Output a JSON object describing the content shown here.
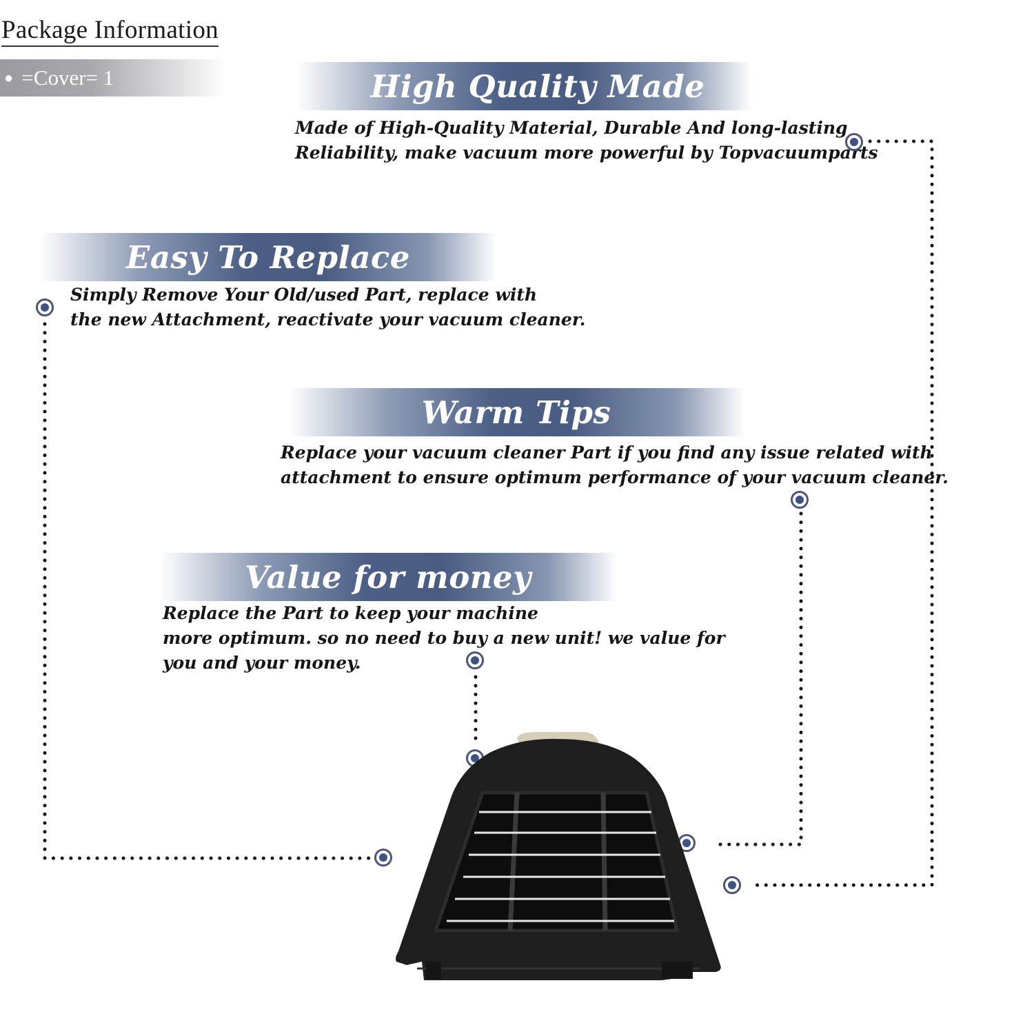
{
  "package": {
    "title": "Package Information",
    "items": [
      "=Cover= 1"
    ]
  },
  "features": [
    {
      "title": "High Quality Made",
      "description": "Made of  High-Quality Material, Durable And long-lasting\nReliability, make vacuum more powerful by Topvacuumparts"
    },
    {
      "title": "Easy To Replace",
      "description": "Simply Remove Your Old/used Part, replace with\nthe new Attachment, reactivate your vacuum cleaner."
    },
    {
      "title": "Warm Tips",
      "description": "Replace your vacuum cleaner Part if you find any issue related with\n attachment to ensure optimum performance of your vacuum cleaner."
    },
    {
      "title": "Value for money",
      "description": "Replace the Part to keep your machine\nmore optimum. so no need to buy a new unit! we value for\nyou and your money."
    }
  ],
  "colors": {
    "banner_blue": "#4c5f86",
    "dot_blue": "#3f5286",
    "product_black": "#1c1c1c",
    "product_beige": "#d6cdb8"
  },
  "icons": [
    "bullet-dot",
    "callout-marker-icon"
  ]
}
